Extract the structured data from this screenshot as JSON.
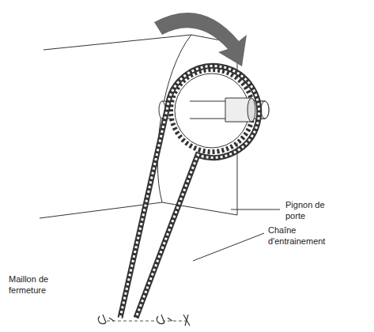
{
  "diagram": {
    "labels": [
      "Pignon de porte",
      "Chaîne d'entrainement",
      "Maillon de fermeture"
    ]
  }
}
